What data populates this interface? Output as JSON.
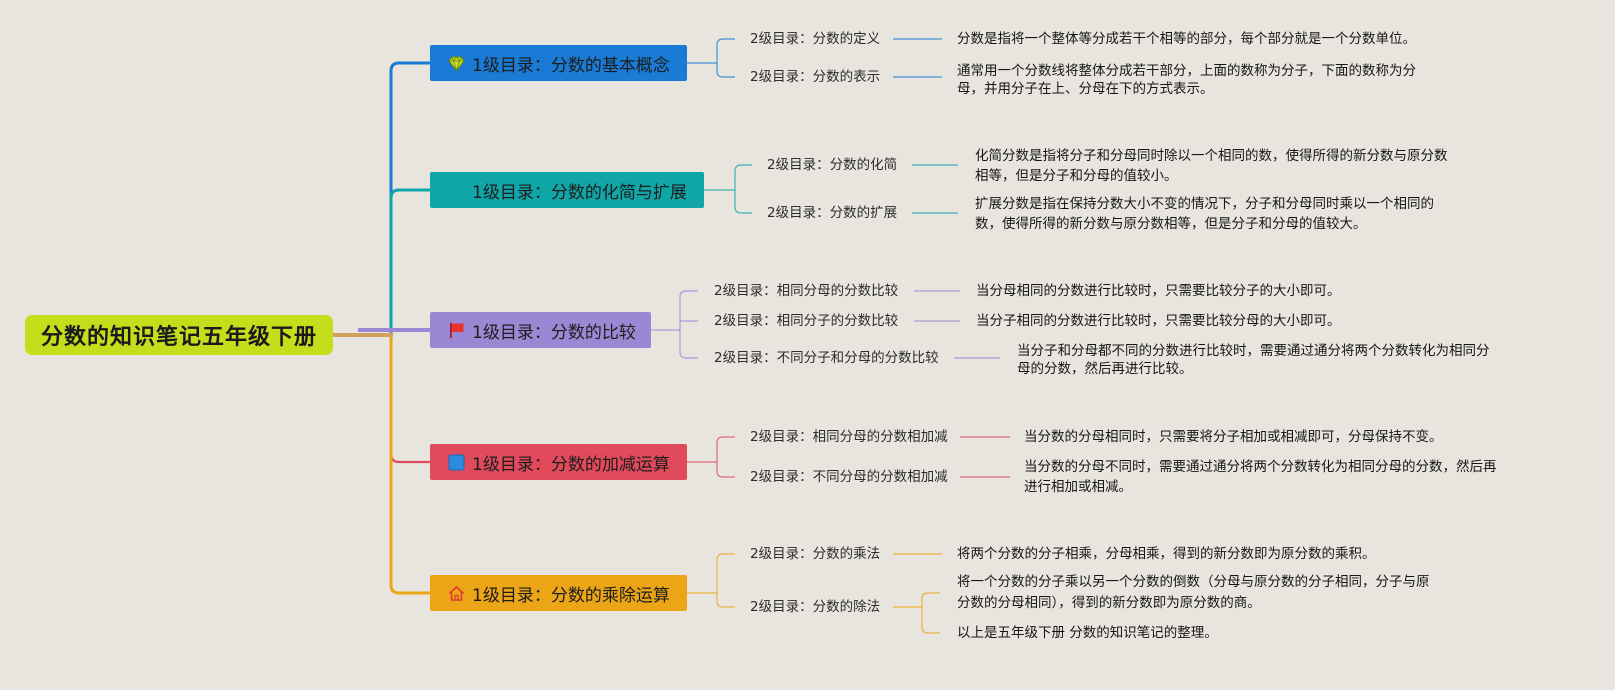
{
  "root": {
    "title": "分数的知识笔记五年级下册",
    "color": "#c4de1c"
  },
  "branches": [
    {
      "label": "1级目录：分数的基本概念",
      "icon": "gem-icon",
      "color": "#1a7bd6",
      "children": [
        {
          "label": "2级目录：分数的定义",
          "notes": [
            [
              "分数是指将一个整体等分成若干个相等的部分，每个部分就是一个分数单位。"
            ]
          ]
        },
        {
          "label": "2级目录：分数的表示",
          "notes": [
            [
              "通常用一个分数线将整体分成若干部分，上面的数称为分子，下面的数称为分",
              "母，并用分子在上、分母在下的方式表示。"
            ]
          ]
        }
      ]
    },
    {
      "label": "1级目录：分数的化简与扩展",
      "color": "#10a6a8",
      "children": [
        {
          "label": "2级目录：分数的化简",
          "notes": [
            [
              "化简分数是指将分子和分母同时除以一个相同的数，使得所得的新分数与原分数",
              "相等，但是分子和分母的值较小。"
            ]
          ]
        },
        {
          "label": "2级目录：分数的扩展",
          "notes": [
            [
              "扩展分数是指在保持分数大小不变的情况下，分子和分母同时乘以一个相同的",
              "数，使得所得的新分数与原分数相等，但是分子和分母的值较大。"
            ]
          ]
        }
      ]
    },
    {
      "label": "1级目录：分数的比较",
      "icon": "red-flag-icon",
      "color": "#9b88d4",
      "children": [
        {
          "label": "2级目录：相同分母的分数比较",
          "notes": [
            [
              "当分母相同的分数进行比较时，只需要比较分子的大小即可。"
            ]
          ]
        },
        {
          "label": "2级目录：相同分子的分数比较",
          "notes": [
            [
              "当分子相同的分数进行比较时，只需要比较分母的大小即可。"
            ]
          ]
        },
        {
          "label": "2级目录：不同分子和分母的分数比较",
          "notes": [
            [
              "当分子和分母都不同的分数进行比较时，需要通过通分将两个分数转化为相同分",
              "母的分数，然后再进行比较。"
            ]
          ]
        }
      ]
    },
    {
      "label": "1级目录：分数的加减运算",
      "icon": "blue-square-icon",
      "color": "#e04a5a",
      "children": [
        {
          "label": "2级目录：相同分母的分数相加减",
          "notes": [
            [
              "当分数的分母相同时，只需要将分子相加或相减即可，分母保持不变。"
            ]
          ]
        },
        {
          "label": "2级目录：不同分母的分数相加减",
          "notes": [
            [
              "当分数的分母不同时，需要通过通分将两个分数转化为相同分母的分数，然后再",
              "进行相加或相减。"
            ]
          ]
        }
      ]
    },
    {
      "label": "1级目录：分数的乘除运算",
      "icon": "home-icon",
      "color": "#eba517",
      "children": [
        {
          "label": "2级目录：分数的乘法",
          "notes": [
            [
              "将两个分数的分子相乘，分母相乘，得到的新分数即为原分数的乘积。"
            ]
          ]
        },
        {
          "label": "2级目录：分数的除法",
          "notes": [
            [
              "将一个分数的分子乘以另一个分数的倒数（分母与原分数的分子相同，分子与原",
              "分数的分母相同），得到的新分数即为原分数的商。"
            ],
            [
              "以上是五年级下册 分数的知识笔记的整理。"
            ]
          ]
        }
      ]
    }
  ]
}
